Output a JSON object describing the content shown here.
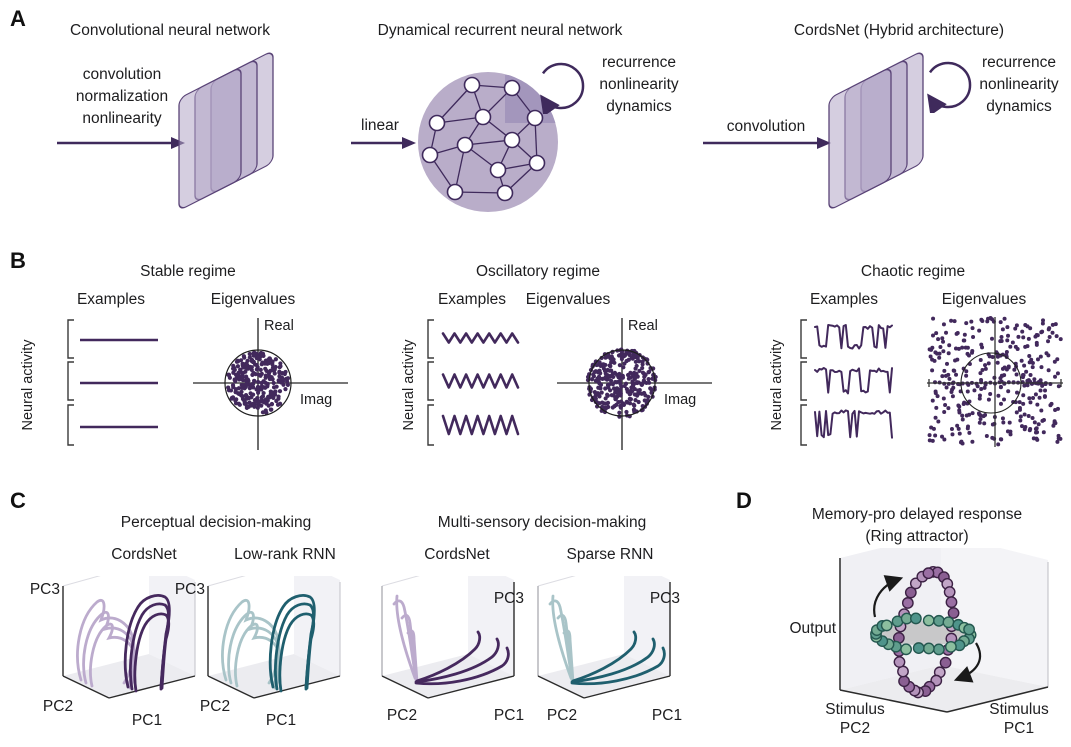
{
  "colors": {
    "ink": "#1d1d1f",
    "purple_dark": "#42295c",
    "purple_light": "#bcabcd",
    "teal_dark": "#1f5f6e",
    "teal_light": "#a9c4c8",
    "lavender_fill": "#b3a6c6",
    "green_ring": "#74ab93"
  },
  "panel_a": {
    "letter": "A",
    "cnn": {
      "title": "Convolutional neural network",
      "arrow_lines": [
        "convolution",
        "normalization",
        "nonlinearity"
      ]
    },
    "rnn": {
      "title": "Dynamical recurrent neural network",
      "arrow_label": "linear",
      "recurrence_lines": [
        "recurrence",
        "nonlinearity",
        "dynamics"
      ]
    },
    "cords": {
      "title": "CordsNet (Hybrid architecture)",
      "arrow_label": "convolution",
      "recurrence_lines": [
        "recurrence",
        "nonlinearity",
        "dynamics"
      ]
    }
  },
  "panel_b": {
    "letter": "B",
    "regimes": [
      {
        "title": "Stable regime",
        "examples": "Examples",
        "eigen": "Eigenvalues",
        "yaxis": "Neural activity",
        "real": "Real",
        "imag": "Imag"
      },
      {
        "title": "Oscillatory regime",
        "examples": "Examples",
        "eigen": "Eigenvalues",
        "yaxis": "Neural activity",
        "real": "Real",
        "imag": "Imag"
      },
      {
        "title": "Chaotic regime",
        "examples": "Examples",
        "eigen": "Eigenvalues",
        "yaxis": "Neural activity"
      }
    ]
  },
  "panel_c": {
    "letter": "C",
    "tasks": [
      {
        "title": "Perceptual decision-making",
        "models": [
          "CordsNet",
          "Low-rank RNN"
        ]
      },
      {
        "title": "Multi-sensory decision-making",
        "models": [
          "CordsNet",
          "Sparse RNN"
        ]
      }
    ],
    "pc1": "PC1",
    "pc2": "PC2",
    "pc3": "PC3"
  },
  "panel_d": {
    "letter": "D",
    "title_lines": [
      "Memory-pro delayed response",
      "(Ring attractor)"
    ],
    "y_label": "Output",
    "x2_lines": [
      "Stimulus",
      "PC2"
    ],
    "x1_lines": [
      "Stimulus",
      "PC1"
    ]
  }
}
